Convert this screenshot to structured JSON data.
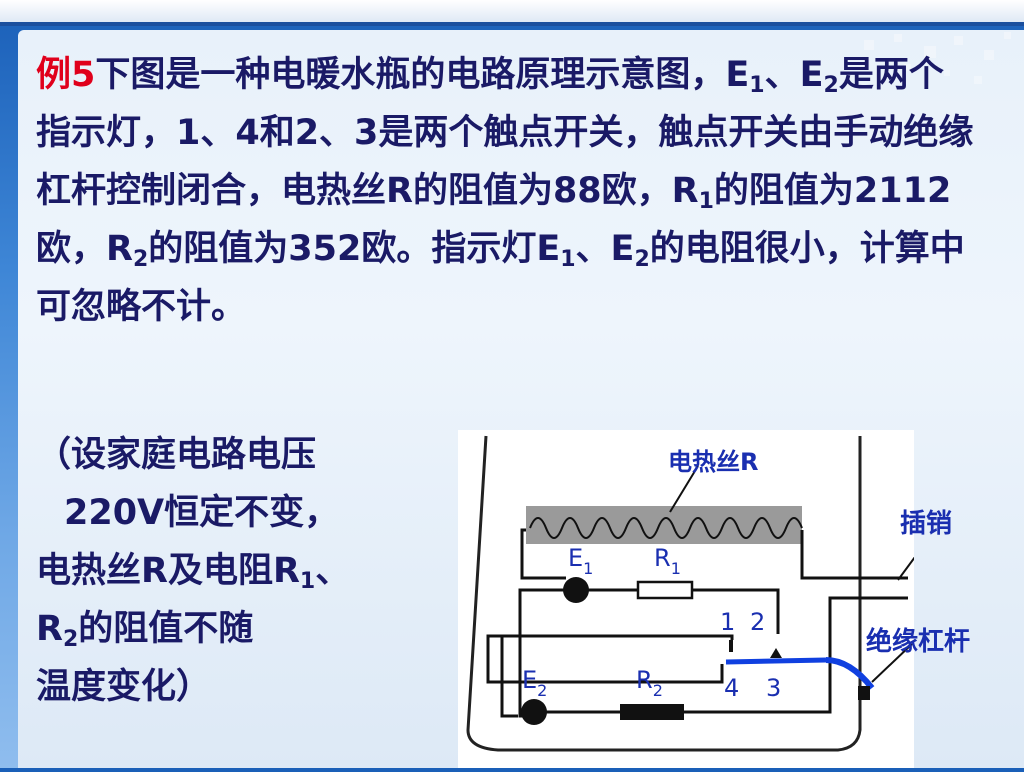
{
  "problem": {
    "label_prefix": "例5",
    "intro": "下图是一种电暖水瓶的电路原理示意图，E",
    "e1_sub": "1",
    "sep1": "、E",
    "e2_sub": "2",
    "text2": "是两个指示灯，1、4和2、3是两个触点开关，触点开关由手动绝缘杠杆控制闭合，电热丝R的阻值为88欧，R",
    "r1_sub": "1",
    "text3": "的阻值为2112欧，R",
    "r2_sub": "2",
    "text4": "的阻值为352欧。指示灯E",
    "e1_sub_b": "1",
    "sep2": "、E",
    "e2_sub_b": "2",
    "text5": "的电阻很小，计算中可忽略不计。"
  },
  "note": {
    "line1": "（设家庭电路电压",
    "line2": "220V恒定不变，",
    "line3_a": "电热丝R及电阻R",
    "line3_sub": "1",
    "line3_b": "、",
    "line4_a": "R",
    "line4_sub": "2",
    "line4_b": "的阻值不随",
    "line5": "温度变化）"
  },
  "diagram": {
    "heater_label": "电热丝R",
    "plug_label": "插销",
    "lever_label": "绝缘杠杆",
    "e1": "E",
    "e1_sub": "1",
    "r1": "R",
    "r1_sub": "1",
    "e2": "E",
    "e2_sub": "2",
    "r2": "R",
    "r2_sub": "2",
    "contact_1": "1",
    "contact_2": "2",
    "contact_4": "4",
    "contact_3": "3"
  },
  "colors": {
    "text": "#1a1a66",
    "highlight": "#e0001b",
    "diagram_label": "#1a2fb0",
    "switch": "#1040e0"
  }
}
